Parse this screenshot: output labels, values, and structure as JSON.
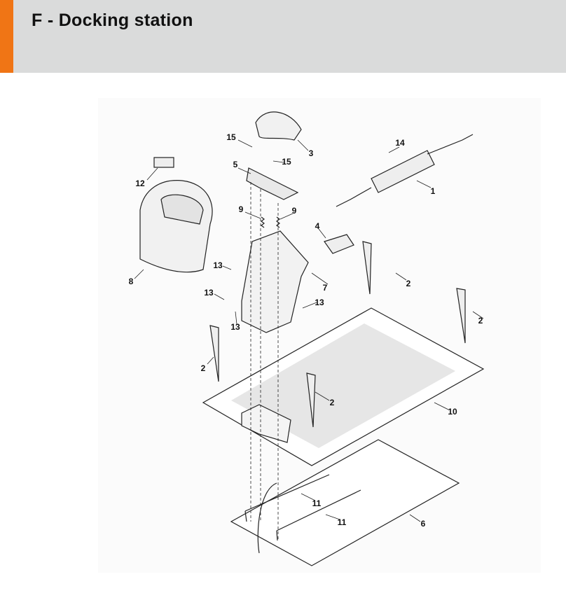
{
  "header": {
    "title": "F - Docking station",
    "accent_color": "#f07515"
  },
  "diagram": {
    "part_labels": [
      "15",
      "3",
      "14",
      "15",
      "12",
      "5",
      "1",
      "9",
      "9",
      "4",
      "13",
      "8",
      "7",
      "2",
      "13",
      "13",
      "2",
      "13",
      "2",
      "2",
      "10",
      "11",
      "11",
      "6"
    ]
  }
}
